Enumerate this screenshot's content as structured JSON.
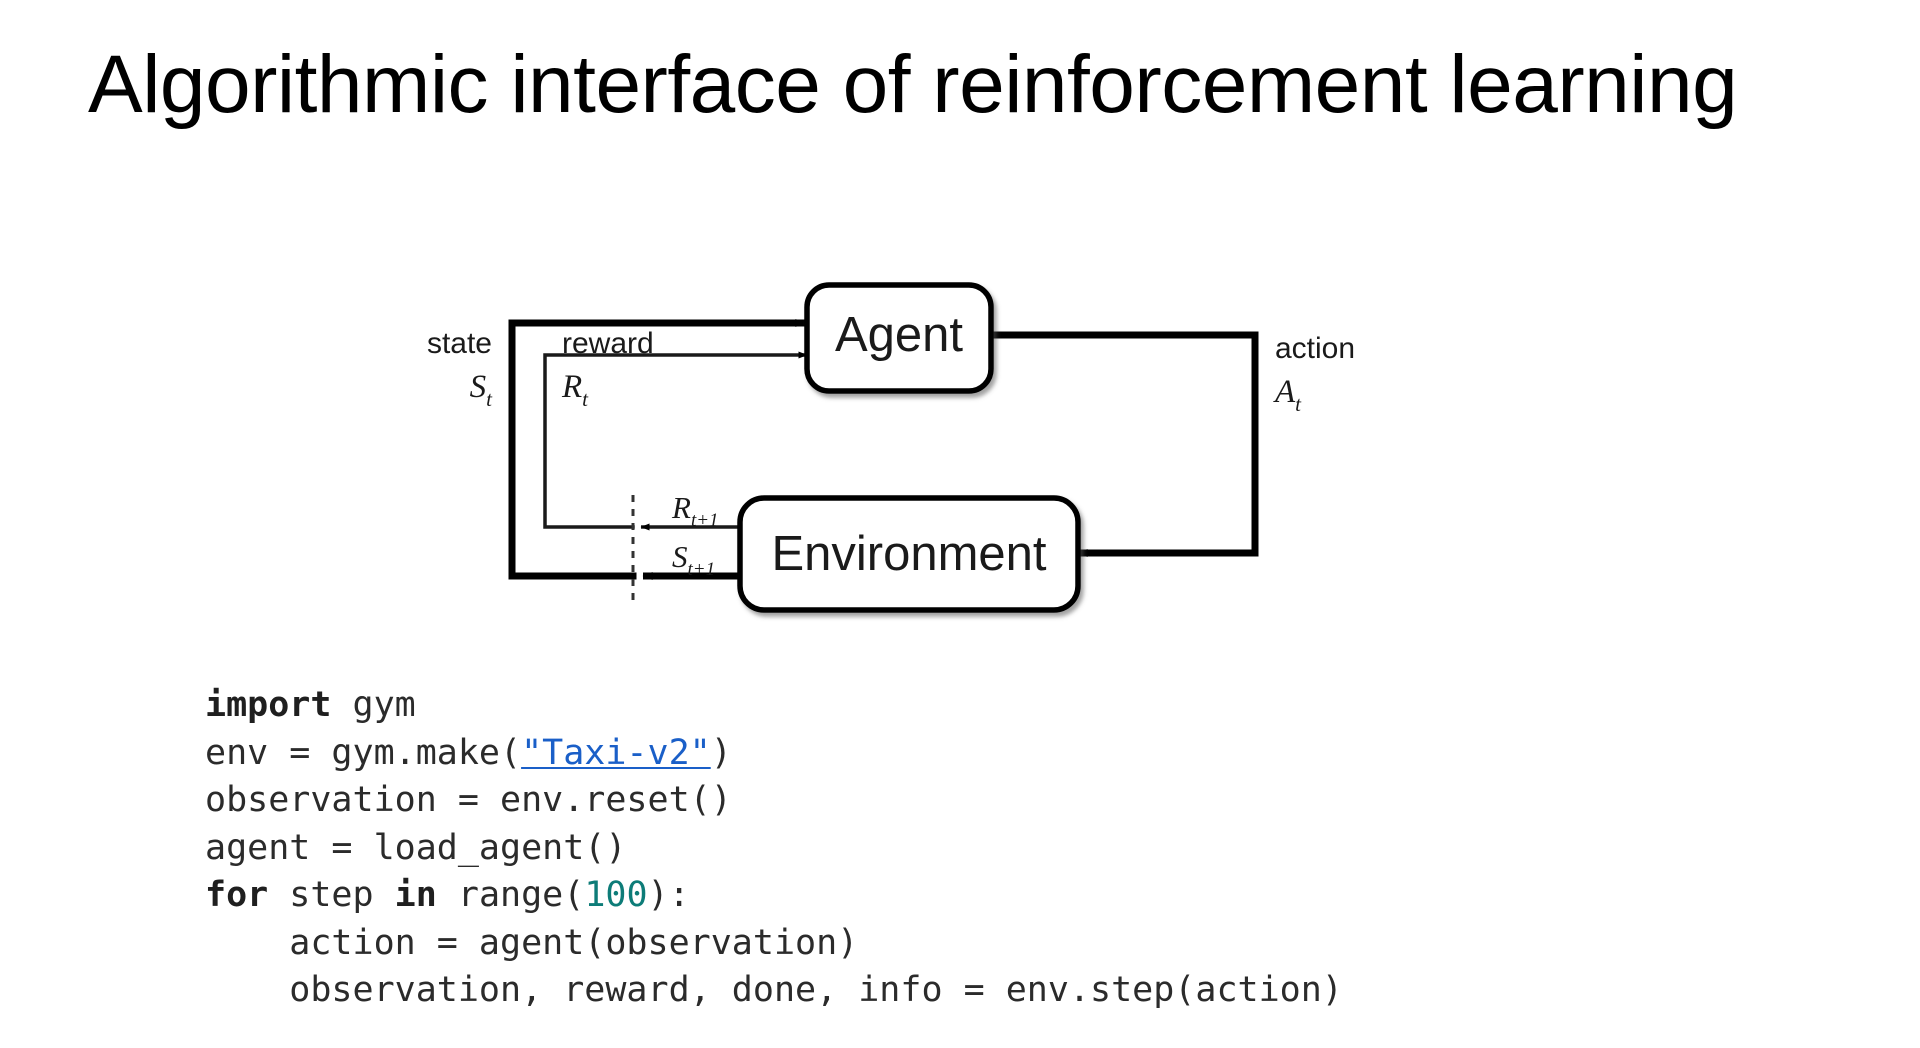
{
  "slide": {
    "title": "Algorithmic interface of reinforcement learning",
    "background_color": "#ffffff",
    "text_color": "#000000"
  },
  "diagram": {
    "name": "agent-environment-interaction-loop",
    "nodes": [
      {
        "id": "agent",
        "label": "Agent"
      },
      {
        "id": "environment",
        "label": "Environment"
      }
    ],
    "edge_labels": {
      "state_word": "state",
      "state_symbol": "S",
      "state_subscript": "t",
      "reward_word": "reward",
      "reward_symbol": "R",
      "reward_subscript": "t",
      "action_word": "action",
      "action_symbol": "A",
      "action_subscript": "t",
      "next_reward_symbol": "R",
      "next_reward_subscript": "t+1",
      "next_state_symbol": "S",
      "next_state_subscript": "t+1"
    },
    "line_color": "#000000",
    "node_fill": "#ffffff"
  },
  "code": {
    "language": "python",
    "link_color": "#1a5fc8",
    "number_color": "#0d7c78",
    "text_color": "#2b2b2b",
    "lines": [
      {
        "id": "line-1",
        "tokens": [
          {
            "t": "import",
            "style": "keyword"
          },
          {
            "t": " gym",
            "style": "plain"
          }
        ]
      },
      {
        "id": "line-2",
        "tokens": [
          {
            "t": "env = gym.make(",
            "style": "plain"
          },
          {
            "t": "\"Taxi-v2\"",
            "style": "link"
          },
          {
            "t": ")",
            "style": "plain"
          }
        ]
      },
      {
        "id": "line-3",
        "tokens": [
          {
            "t": "observation = env.reset()",
            "style": "plain"
          }
        ]
      },
      {
        "id": "line-4",
        "tokens": [
          {
            "t": "agent = load_agent()",
            "style": "plain"
          }
        ]
      },
      {
        "id": "line-5",
        "tokens": [
          {
            "t": "for",
            "style": "keyword"
          },
          {
            "t": " step ",
            "style": "plain"
          },
          {
            "t": "in",
            "style": "keyword"
          },
          {
            "t": " range(",
            "style": "plain"
          },
          {
            "t": "100",
            "style": "number"
          },
          {
            "t": "):",
            "style": "plain"
          }
        ]
      },
      {
        "id": "line-6",
        "tokens": [
          {
            "t": "    action = agent(observation)",
            "style": "plain"
          }
        ]
      },
      {
        "id": "line-7",
        "tokens": [
          {
            "t": "    observation, reward, done, info = env.step(action)",
            "style": "plain"
          }
        ]
      }
    ]
  }
}
